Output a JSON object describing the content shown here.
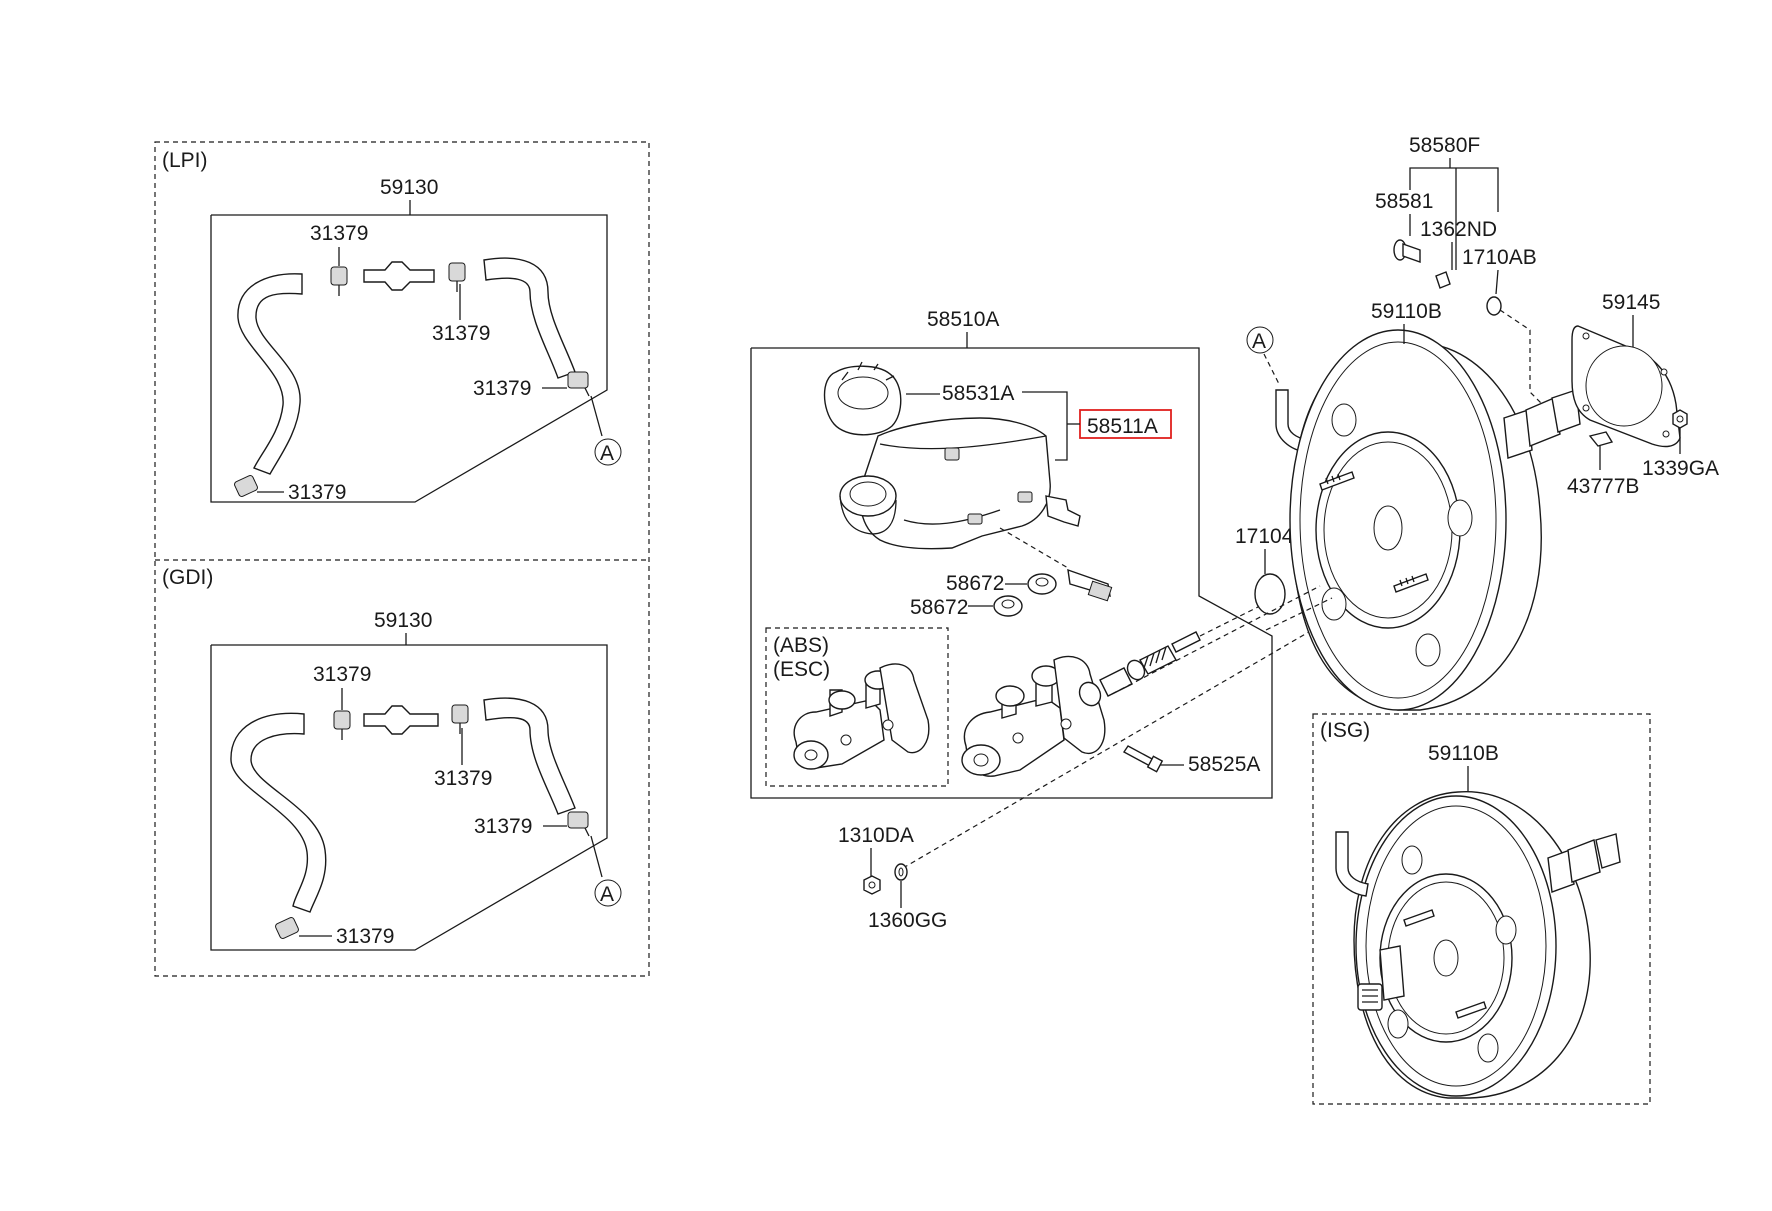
{
  "groups": {
    "lpi": "(LPI)",
    "gdi": "(GDI)",
    "abs_esc_line1": "(ABS)",
    "abs_esc_line2": "(ESC)",
    "isg": "(ISG)"
  },
  "parts": {
    "hose_kit": "59130",
    "hose_clamp": "31379",
    "master_cylinder_assy": "58510A",
    "reservoir_cap": "58531A",
    "reservoir_assy": "58511A",
    "grommet": "58672",
    "master_cylinder_bolt": "58525A",
    "nut": "1310DA",
    "washer": "1360GG",
    "o_ring": "17104",
    "clevis_kit": "58580F",
    "clevis_pin": "58581",
    "snap_pin": "1362ND",
    "nut_clevis": "1710AB",
    "booster_assy": "59110B",
    "gasket": "59145",
    "clip": "43777B",
    "booster_nut": "1339GA"
  },
  "connector": "A",
  "highlight_color": "#e0201e"
}
